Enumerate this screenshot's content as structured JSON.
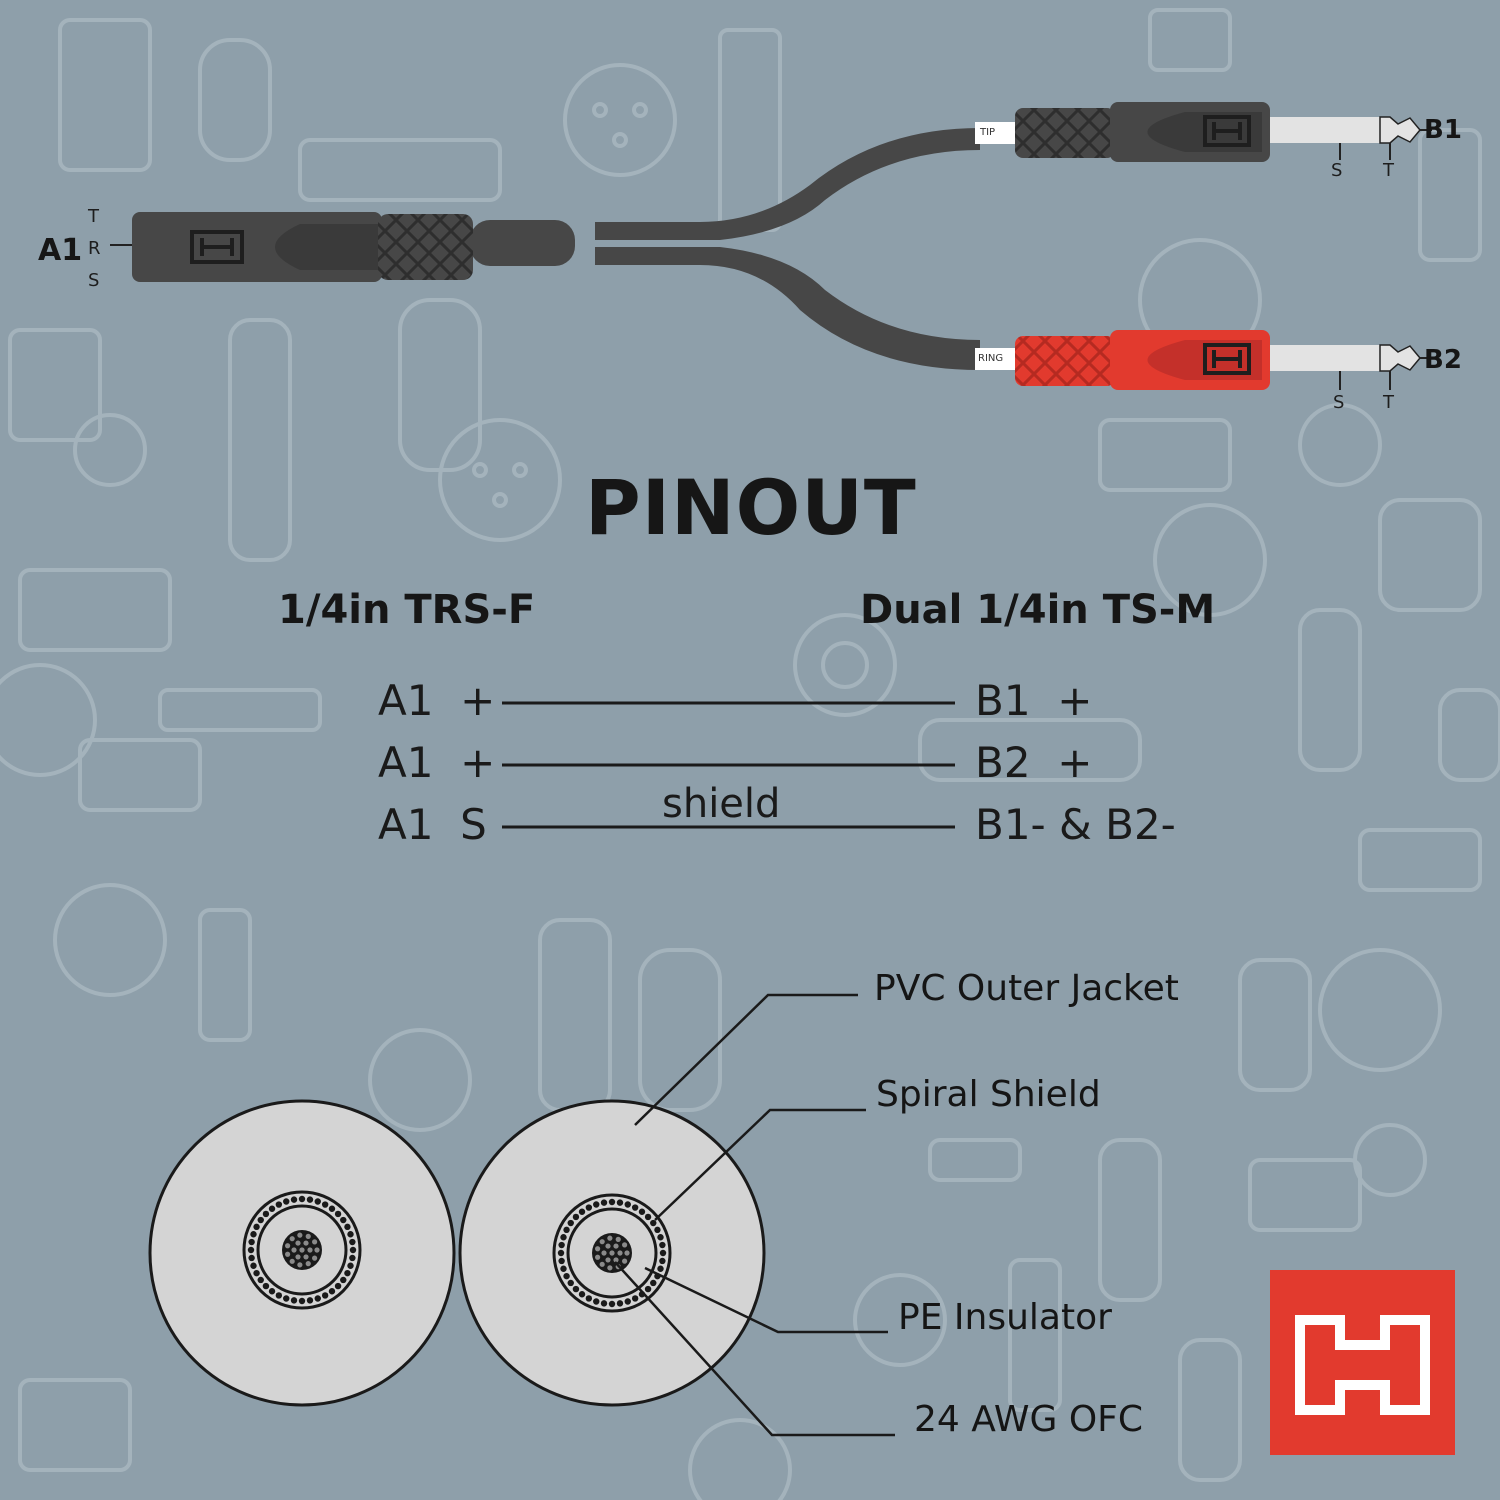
{
  "colors": {
    "background": "#8e9faa",
    "pattern": "#a4b3bc",
    "connector_body": "#474747",
    "connector_red": "#e23a2e",
    "plug_metal": "#e3e3e3",
    "cable_circle": "#d4d4d4",
    "logo_red": "#e23a2e",
    "text": "#161616"
  },
  "connector_a1": {
    "label": "A1",
    "pins": [
      "T",
      "R",
      "S"
    ],
    "logo": "hosa-logo-icon"
  },
  "connector_b1": {
    "label": "B1",
    "sleeve_label": "S",
    "tip_label": "T",
    "tag": "TIP",
    "logo": "hosa-logo-icon"
  },
  "connector_b2": {
    "label": "B2",
    "sleeve_label": "S",
    "tip_label": "T",
    "tag": "RING",
    "logo": "hosa-logo-icon"
  },
  "pinout": {
    "title": "PINOUT",
    "left_heading": "1/4in TRS-F",
    "right_heading": "Dual 1/4in TS-M",
    "rows": [
      {
        "left": "A1  +",
        "right": "B1  +",
        "wire_label": ""
      },
      {
        "left": "A1  +",
        "right": "B2  +",
        "wire_label": ""
      },
      {
        "left": "A1  S",
        "right": "B1- & B2-",
        "wire_label": "shield"
      }
    ]
  },
  "cross_section": {
    "callouts": [
      "PVC Outer Jacket",
      "Spiral Shield",
      "PE Insulator",
      "24 AWG OFC"
    ]
  },
  "brand_logo": "hosa-logo-icon"
}
